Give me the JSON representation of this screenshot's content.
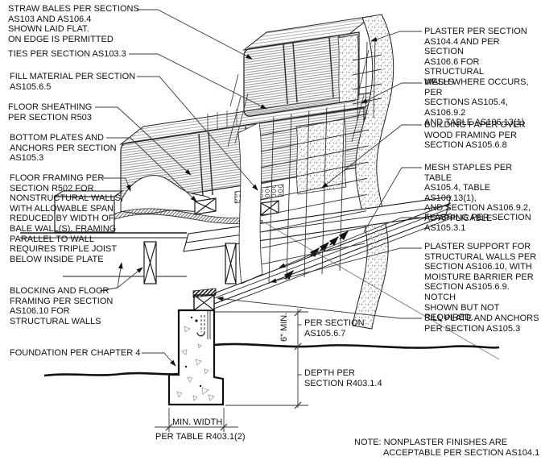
{
  "drawing": {
    "labels_left": {
      "straw_bales": "STRAW BALES PER SECTIONS\nAS103 AND AS106.4\nSHOWN LAID FLAT.\nON EDGE IS PERMITTED",
      "ties": "TIES PER SECTION AS103.3",
      "fill_material": "FILL MATERIAL PER SECTION\nAS105.6.5",
      "floor_sheathing": "FLOOR SHEATHING\nPER SECTION R503",
      "bottom_plates": "BOTTOM PLATES AND\nANCHORS PER SECTION\nAS105.3",
      "floor_framing": "FLOOR FRAMING PER\nSECTION R502 FOR\nNONSTRUCTURAL WALLS,\nWITH ALLOWABLE SPAN\nREDUCED BY WIDTH OF\nBALE WALL(S). FRAMING\nPARALLEL TO WALL\nREQUIRES TRIPLE JOIST\nBELOW INSIDE PLATE",
      "blocking": "BLOCKING AND FLOOR\nFRAMING PER SECTION\nAS106.10 FOR\nSTRUCTURAL WALLS",
      "foundation": "FOUNDATION PER CHAPTER 4"
    },
    "labels_right": {
      "plaster": "PLASTER PER SECTION\nAS104.4 AND PER SECTION\nAS106.6 FOR STRUCTURAL\nWALLS",
      "mesh": "MESH WHERE OCCURS, PER\nSECTIONS AS105.4, AS106.9.2\nAND TABLE AS106.13(1)",
      "building_paper": "BUILDING PAPER OVER\nWOOD FRAMING PER\nSECTION AS105.6.8",
      "mesh_staples": "MESH STAPLES PER TABLE\nAS105.4, TABLE AS106.13(1),\nAND SECTION AS106.9.2,\nAS APPLICABLE",
      "flashing": "FLASHING PER SECTION\nAS105.3.1",
      "plaster_support": "PLASTER SUPPORT FOR\nSTRUCTURAL WALLS PER\nSECTION AS106.10, WITH\nMOISTURE BARRIER PER\nSECTION AS105.6.9. NOTCH\nSHOWN BUT NOT REQUIRED.",
      "sill_plate": "SILL PLATE AND ANCHORS\nPER SECTION AS105.3"
    },
    "dimensions": {
      "six_min": "6\" MIN.",
      "per_section_as10567": "PER SECTION\nAS105.6.7",
      "depth": "DEPTH PER\nSECTION R403.1.4",
      "min_width": "MIN. WIDTH",
      "min_width_table": "PER TABLE R403.1(2)"
    },
    "note": {
      "line1": "NOTE: NONPLASTER FINISHES ARE",
      "line2": "ACCEPTABLE PER SECTION AS104.1"
    },
    "colors": {
      "ink": "#1a1a1a",
      "hatch": "#808080",
      "background": "#ffffff"
    }
  }
}
